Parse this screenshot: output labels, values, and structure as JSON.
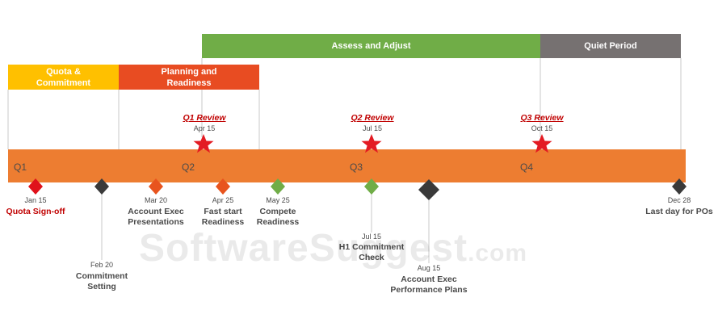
{
  "phases": {
    "assess": "Assess and Adjust",
    "quiet": "Quiet Period",
    "quota": "Quota & Commitment",
    "planning": "Planning and Readiness"
  },
  "colors": {
    "orange_bar": "#ED7D31",
    "green": "#70AD47",
    "gray": "#767171",
    "yellow": "#FFC000",
    "red_orange": "#E84C22",
    "star_red": "#E31B23",
    "diamond_dark": "#3A3A3A",
    "diamond_red": "#E0121B",
    "diamond_orange": "#E8541E",
    "label_red": "#C00000"
  },
  "quarters": [
    "Q1",
    "Q2",
    "Q3",
    "Q4"
  ],
  "reviews": [
    {
      "title": "Q1 Review",
      "date": "Apr 15"
    },
    {
      "title": "Q2 Review",
      "date": "Jul 15"
    },
    {
      "title": "Q3 Review",
      "date": "Oct 15"
    }
  ],
  "milestones": {
    "quota_signoff": {
      "date": "Jan 15",
      "label": "Quota Sign-off"
    },
    "commitment_setting": {
      "date": "Feb 20",
      "label": "Commitment\nSetting"
    },
    "account_exec_presentations": {
      "date": "Mar 20",
      "label": "Account Exec\nPresentations"
    },
    "fast_start_readiness": {
      "date": "Apr 25",
      "label": "Fast start\nReadiness"
    },
    "compete_readiness": {
      "date": "May 25",
      "label": "Compete\nReadiness"
    },
    "h1_commitment_check": {
      "date": "Jul 15",
      "label": "H1 Commitment\nCheck"
    },
    "account_exec_performance_plans": {
      "date": "Aug 15",
      "label": "Account Exec\nPerformance Plans"
    },
    "last_day_for_pos": {
      "date": "Dec 28",
      "label": "Last day for POs"
    }
  },
  "watermark": {
    "main": "SoftwareSuggest",
    "suffix": ".com"
  }
}
